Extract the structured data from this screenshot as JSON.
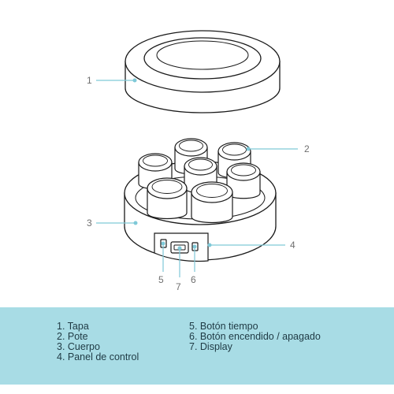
{
  "callouts": {
    "c1": "1",
    "c2": "2",
    "c3": "3",
    "c4": "4",
    "c5": "5",
    "c6": "6",
    "c7": "7"
  },
  "legend": {
    "left": [
      "1. Tapa",
      "2. Pote",
      "3. Cuerpo",
      "4. Panel de control"
    ],
    "right": [
      "5. Botón tiempo",
      "6. Botón encendido / apagado",
      "7. Display"
    ]
  },
  "colors": {
    "outline": "#1a1a1a",
    "leader_line": "#7fc9d8",
    "legend_background": "#a8dce5",
    "legend_text": "#1f3a44"
  }
}
